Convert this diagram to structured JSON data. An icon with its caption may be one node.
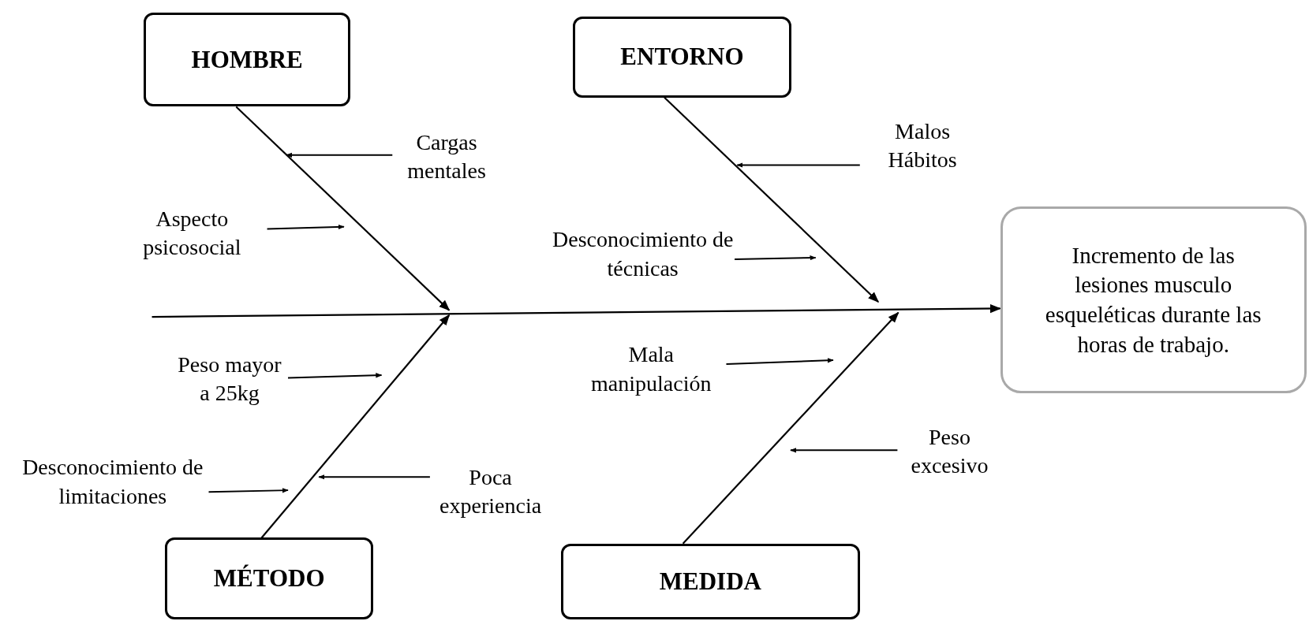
{
  "diagram": {
    "nodes": [
      {
        "text": [
          "HOMBRE"
        ]
      },
      {
        "text": [
          "ENTORNO"
        ]
      },
      {
        "text": [
          "Cargas mentales"
        ]
      },
      {
        "text": [
          "Malos Hábitos"
        ]
      },
      {
        "text": [
          "Aspecto psicosocial"
        ]
      },
      {
        "text": [
          "Desconocimiento de técnicas"
        ]
      },
      {
        "text": [
          "Incremento de las lesiones musculo esqueléticas durante las horas de trabajo."
        ]
      },
      {
        "text": [
          "Peso mayor a 25kg"
        ]
      },
      {
        "text": [
          "Mala manipulación"
        ]
      },
      {
        "text": [
          "Peso excesivo"
        ]
      },
      {
        "text": [
          "Desconocimiento de limitaciones"
        ]
      },
      {
        "text": [
          "Poca experiencia"
        ]
      },
      {
        "text": [
          "MÉTODO"
        ]
      },
      {
        "text": [
          "MEDIDA"
        ]
      }
    ],
    "edges": [
      {
        "from": null,
        "to": 6,
        "arrow": "to"
      },
      {
        "from": 0,
        "to": null,
        "arrow": "to"
      },
      {
        "from": 1,
        "to": null,
        "arrow": "to"
      },
      {
        "from": 12,
        "to": null,
        "arrow": "to"
      },
      {
        "from": 13,
        "to": null,
        "arrow": "to"
      },
      {
        "from": 2,
        "to": null,
        "arrow": "to"
      },
      {
        "from": 3,
        "to": null,
        "arrow": "to"
      },
      {
        "from": 4,
        "to": null,
        "arrow": "to"
      },
      {
        "from": 5,
        "to": null,
        "arrow": "to"
      },
      {
        "from": 7,
        "to": null,
        "arrow": "to"
      },
      {
        "from": 8,
        "to": null,
        "arrow": "to"
      },
      {
        "from": 9,
        "to": null,
        "arrow": "to"
      },
      {
        "from": 10,
        "to": null,
        "arrow": "to"
      },
      {
        "from": 11,
        "to": null,
        "arrow": "to"
      }
    ]
  }
}
